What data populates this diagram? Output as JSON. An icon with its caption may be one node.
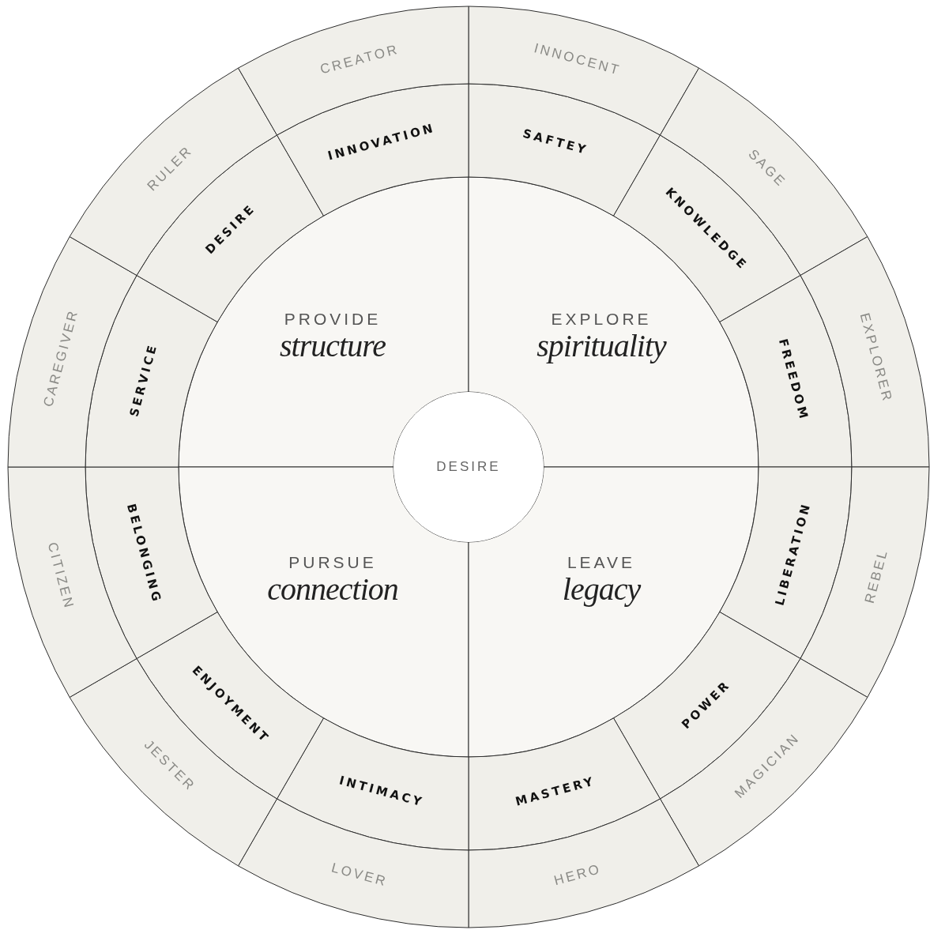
{
  "diagram": {
    "nodes": [
      {
        "text": [
          "PROVIDE",
          "structure"
        ]
      },
      {
        "text": [
          "EXPLORE",
          "spirituality"
        ]
      },
      {
        "text": [
          "PURSUE",
          "connection"
        ]
      },
      {
        "text": [
          "LEAVE",
          "legacy"
        ]
      },
      {
        "text": [
          "SAFTEY"
        ]
      },
      {
        "text": [
          "KNOWLEDGE"
        ]
      },
      {
        "text": [
          "FREEDOM"
        ]
      },
      {
        "text": [
          "LIBERATION"
        ]
      },
      {
        "text": [
          "POWER"
        ]
      },
      {
        "text": [
          "MASTERY"
        ]
      },
      {
        "text": [
          "INTIMACY"
        ]
      },
      {
        "text": [
          "ENJOYMENT"
        ]
      },
      {
        "text": [
          "BELONGING"
        ]
      },
      {
        "text": [
          "SERVICE"
        ]
      },
      {
        "text": [
          "DESIRE"
        ]
      },
      {
        "text": [
          "INNOVATION"
        ]
      },
      {
        "text": [
          "INNOCENT"
        ]
      },
      {
        "text": [
          "SAGE"
        ]
      },
      {
        "text": [
          "EXPLORER"
        ]
      },
      {
        "text": [
          "REBEL"
        ]
      },
      {
        "text": [
          "MAGICIAN"
        ]
      },
      {
        "text": [
          "HERO"
        ]
      },
      {
        "text": [
          "LOVER"
        ]
      },
      {
        "text": [
          "JESTER"
        ]
      },
      {
        "text": [
          "CITIZEN"
        ]
      },
      {
        "text": [
          "CAREGIVER"
        ]
      },
      {
        "text": [
          "RULER"
        ]
      },
      {
        "text": [
          "CREATOR"
        ]
      },
      {
        "text": [
          "DESIRE"
        ]
      }
    ]
  }
}
